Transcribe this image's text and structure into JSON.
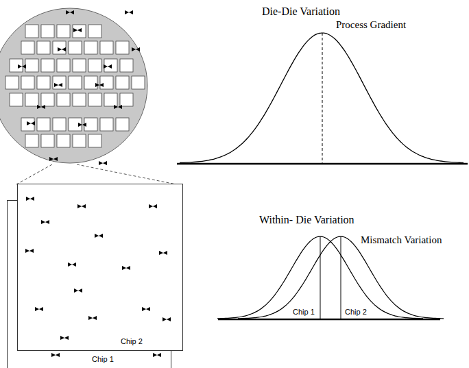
{
  "diagram": {
    "nodes": [
      {
        "text": [
          "Chip 1"
        ]
      },
      {
        "text": [
          "Chip 2"
        ]
      }
    ],
    "labels": [
      "Die-Die Variation",
      "Process Gradient",
      "Within- Die Variation",
      "Mismatch Variation",
      "Chip 1",
      "Chip 2"
    ]
  }
}
